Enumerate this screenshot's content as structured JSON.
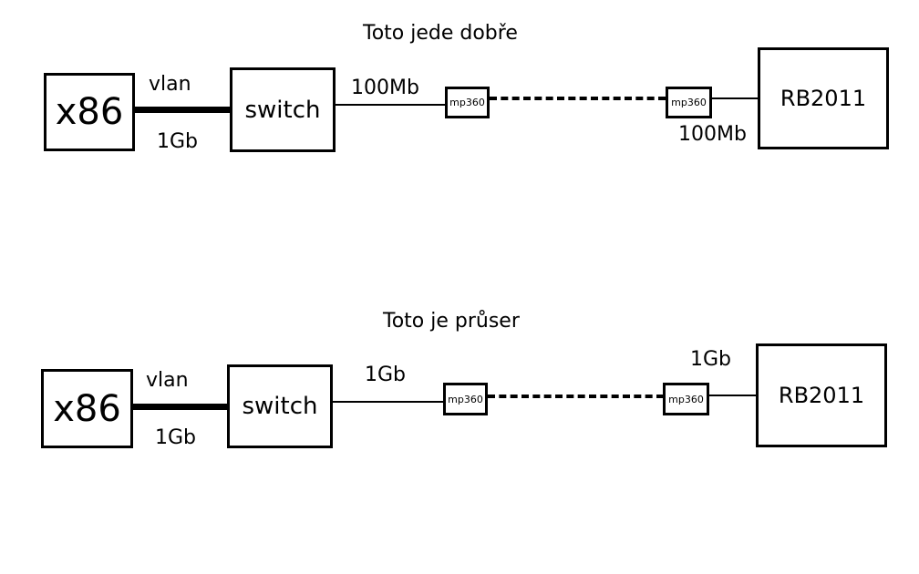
{
  "top": {
    "title": "Toto jede dobře",
    "x86": "x86",
    "vlan": "vlan",
    "link1_speed": "1Gb",
    "switch": "switch",
    "link2_speed": "100Mb",
    "mp_left": "mp360",
    "mp_right": "mp360",
    "link3_speed": "100Mb",
    "rb": "RB2011"
  },
  "bottom": {
    "title": "Toto je průser",
    "x86": "x86",
    "vlan": "vlan",
    "link1_speed": "1Gb",
    "switch": "switch",
    "link2_speed": "1Gb",
    "mp_left": "mp360",
    "mp_right": "mp360",
    "link3_speed": "1Gb",
    "rb": "RB2011"
  }
}
